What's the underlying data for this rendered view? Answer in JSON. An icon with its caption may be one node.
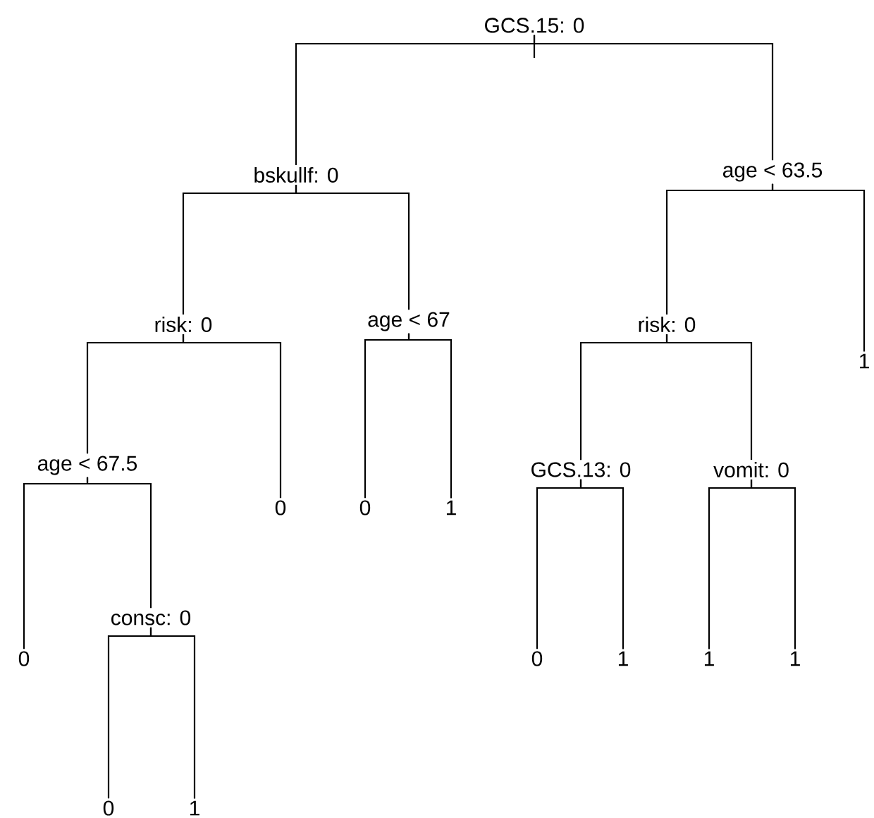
{
  "diagram": {
    "nodes": [
      {
        "text": [
          "GCS.15: 0"
        ]
      },
      {
        "text": [
          "bskullf: 0"
        ]
      },
      {
        "text": [
          "age < 63.5"
        ]
      },
      {
        "text": [
          "risk: 0"
        ]
      },
      {
        "text": [
          "age < 67"
        ]
      },
      {
        "text": [
          "risk: 0"
        ]
      },
      {
        "text": [
          "1"
        ]
      },
      {
        "text": [
          "age < 67.5"
        ]
      },
      {
        "text": [
          "0"
        ]
      },
      {
        "text": [
          "0"
        ]
      },
      {
        "text": [
          "1"
        ]
      },
      {
        "text": [
          "GCS.13: 0"
        ]
      },
      {
        "text": [
          "vomit: 0"
        ]
      },
      {
        "text": [
          "0"
        ]
      },
      {
        "text": [
          "consc: 0"
        ]
      },
      {
        "text": [
          "0"
        ]
      },
      {
        "text": [
          "1"
        ]
      },
      {
        "text": [
          "1"
        ]
      },
      {
        "text": [
          "1"
        ]
      },
      {
        "text": [
          "0"
        ]
      },
      {
        "text": [
          "1"
        ]
      }
    ],
    "edges": [
      {
        "from": 0,
        "to": 1,
        "arrow": "none"
      },
      {
        "from": 0,
        "to": 2,
        "arrow": "none"
      },
      {
        "from": 1,
        "to": 3,
        "arrow": "none"
      },
      {
        "from": 1,
        "to": 4,
        "arrow": "none"
      },
      {
        "from": 2,
        "to": 5,
        "arrow": "none"
      },
      {
        "from": 2,
        "to": 6,
        "arrow": "none"
      },
      {
        "from": 3,
        "to": 7,
        "arrow": "none"
      },
      {
        "from": 3,
        "to": 8,
        "arrow": "none"
      },
      {
        "from": 4,
        "to": 9,
        "arrow": "none"
      },
      {
        "from": 4,
        "to": 10,
        "arrow": "none"
      },
      {
        "from": 5,
        "to": 11,
        "arrow": "none"
      },
      {
        "from": 5,
        "to": 12,
        "arrow": "none"
      },
      {
        "from": 7,
        "to": 13,
        "arrow": "none"
      },
      {
        "from": 7,
        "to": 14,
        "arrow": "none"
      },
      {
        "from": 11,
        "to": 15,
        "arrow": "none"
      },
      {
        "from": 11,
        "to": 16,
        "arrow": "none"
      },
      {
        "from": 12,
        "to": 17,
        "arrow": "none"
      },
      {
        "from": 12,
        "to": 18,
        "arrow": "none"
      },
      {
        "from": 14,
        "to": 19,
        "arrow": "none"
      },
      {
        "from": 14,
        "to": 20,
        "arrow": "none"
      }
    ]
  }
}
